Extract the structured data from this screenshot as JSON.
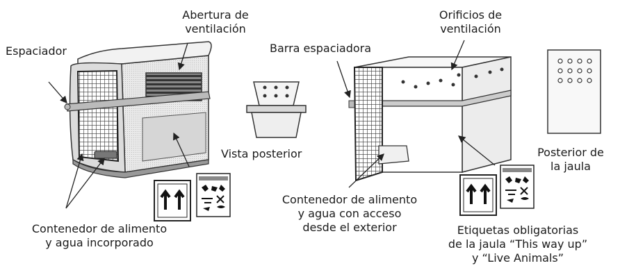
{
  "labels": {
    "espaciador": "Espaciador",
    "abertura_l1": "Abertura de",
    "abertura_l2": "ventilación",
    "orificios_l1": "Orificios de",
    "orificios_l2": "ventilación",
    "barra": "Barra espaciadora",
    "vista_posterior": "Vista posterior",
    "posterior_l1": "Posterior de",
    "posterior_l2": "la jaula",
    "cont_ext_l1": "Contenedor de alimento",
    "cont_ext_l2": "y agua con acceso",
    "cont_ext_l3": "desde el exterior",
    "cont_inc_l1": "Contenedor de alimento",
    "cont_inc_l2": "y agua incorporado",
    "etiq_l1": "Etiquetas obligatorias",
    "etiq_l2": "de la jaula “This way up”",
    "etiq_l3": "y “Live Animals”"
  },
  "colors": {
    "line": "#2a2a2a",
    "shade": "#cfcfcf",
    "light": "#ececec",
    "dark": "#555555"
  },
  "icons": [
    "this-way-up-label-icon",
    "live-animals-label-icon"
  ]
}
